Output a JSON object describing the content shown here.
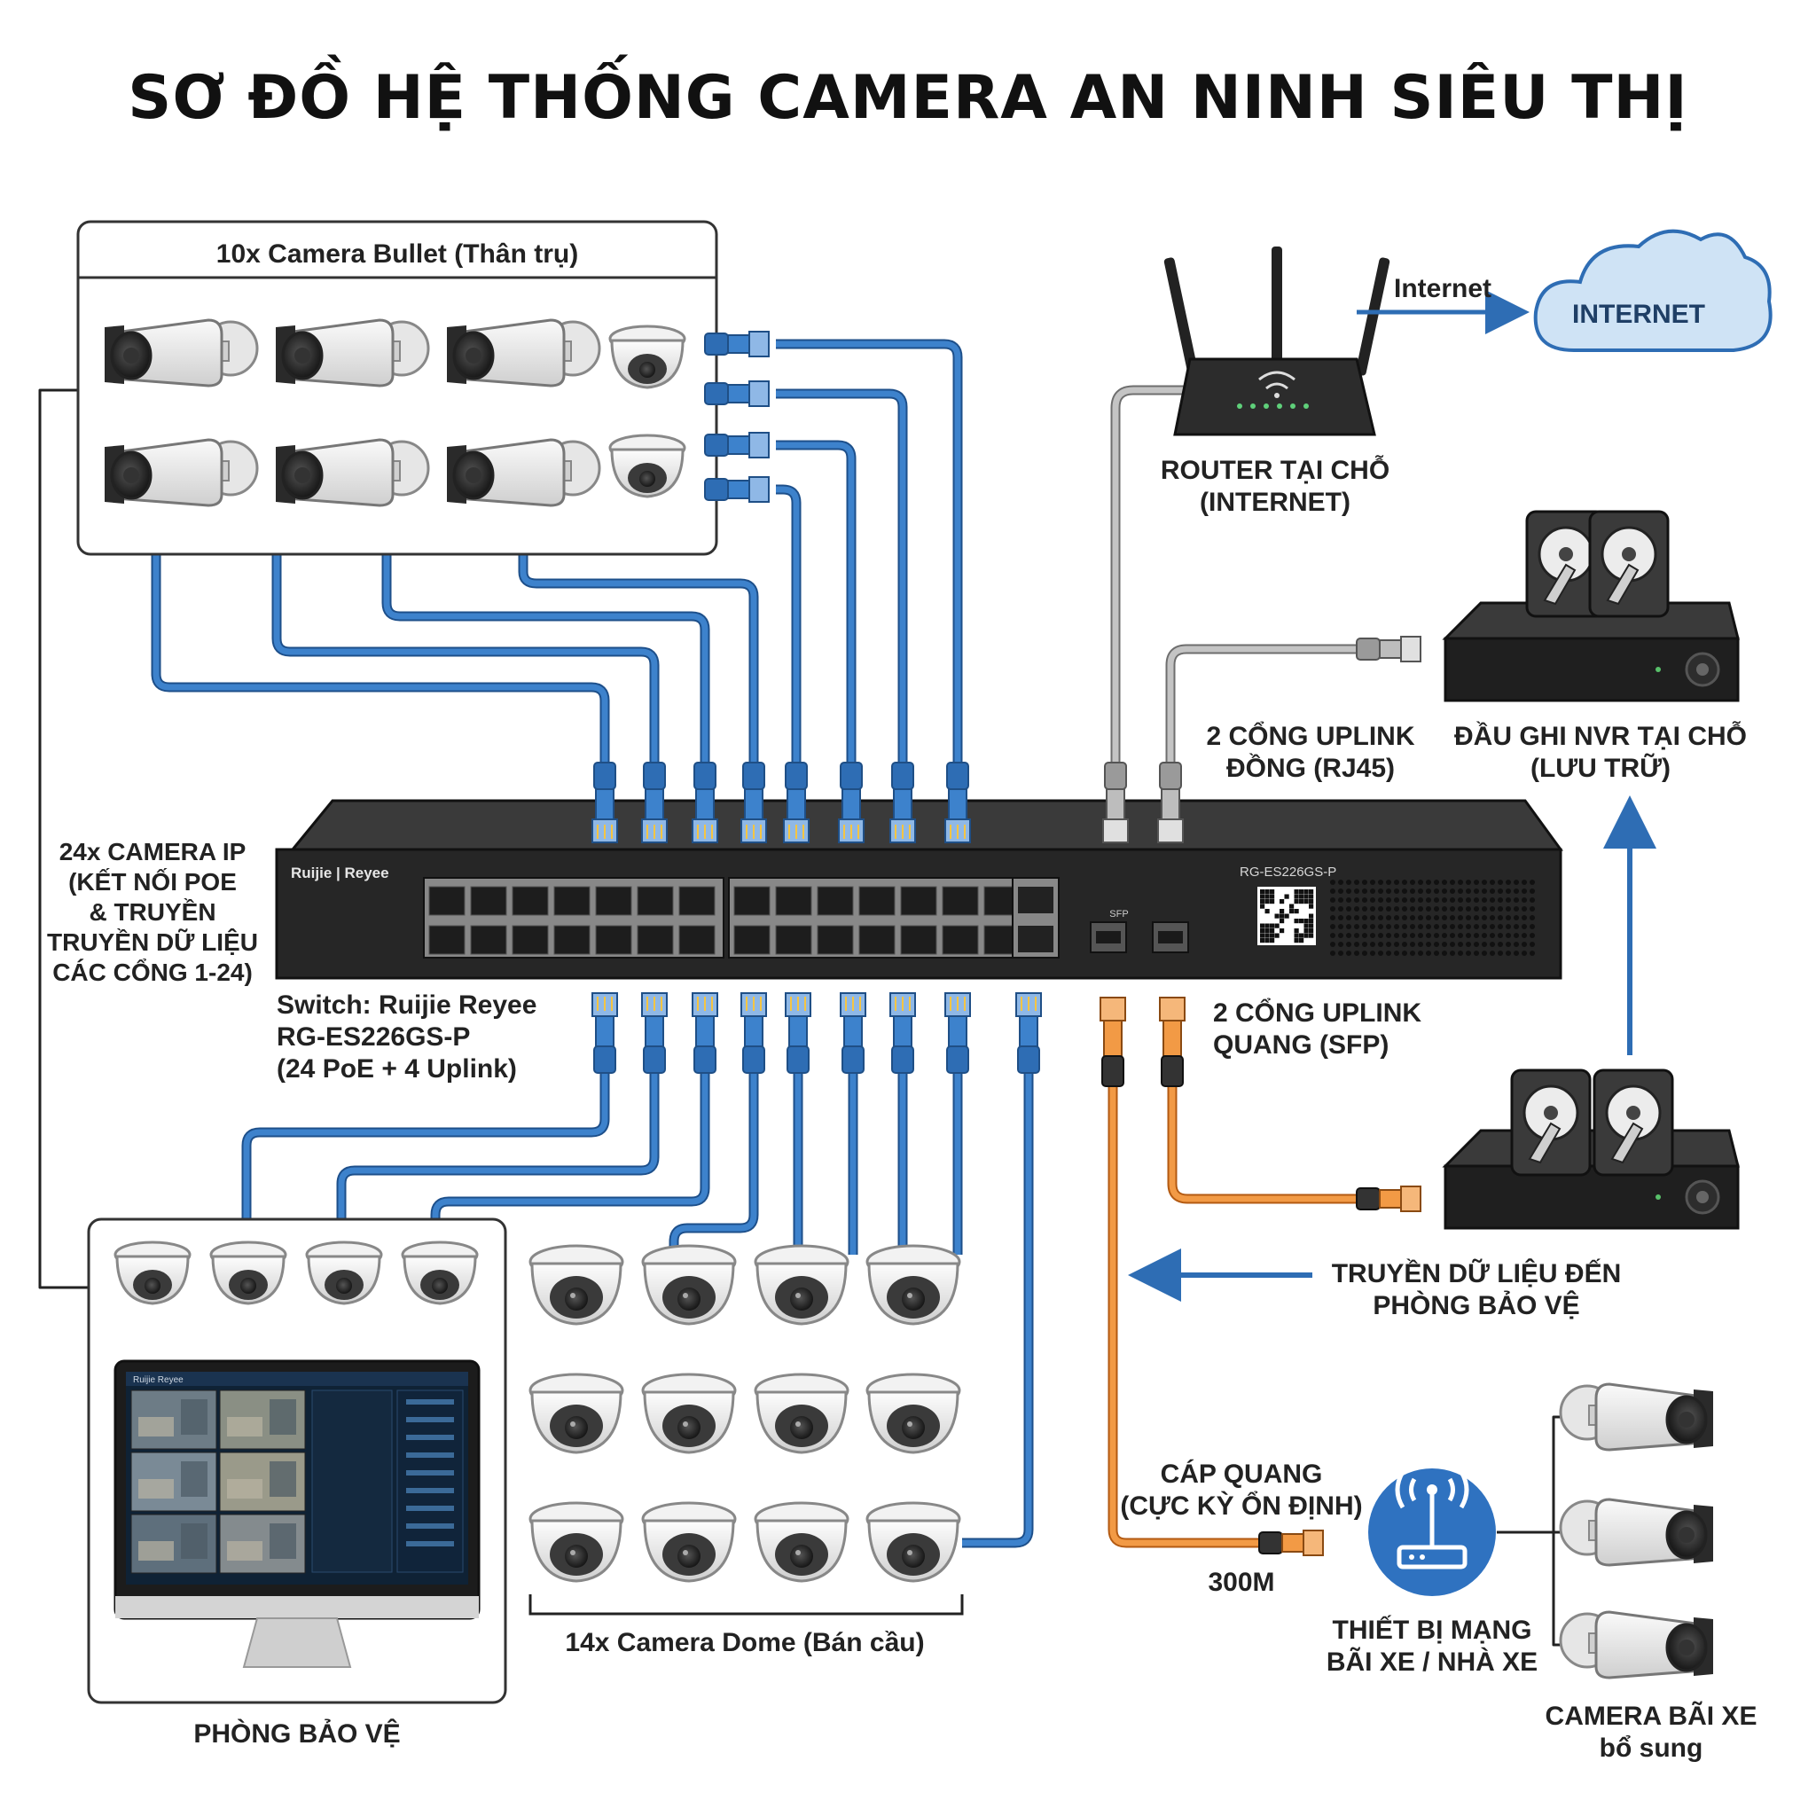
{
  "title": "SƠ ĐỒ HỆ THỐNG CAMERA AN NINH SIÊU THỊ",
  "bullet_group": {
    "label": "10x Camera Bullet (Thân trụ)"
  },
  "internet": {
    "link_label": "Internet",
    "cloud_label": "INTERNET"
  },
  "router": {
    "label_line1": "ROUTER TẠI CHỖ",
    "label_line2": "(INTERNET)"
  },
  "copper_uplink": {
    "label_line1": "2 CỔNG UPLINK",
    "label_line2": "ĐỒNG (RJ45)"
  },
  "nvr": {
    "label_line1": "ĐẦU GHI NVR TẠI CHỖ",
    "label_line2": "(LƯU TRỮ)"
  },
  "left_note": {
    "lines": [
      "24x CAMERA IP",
      "(KẾT NỐI POE",
      "& TRUYỀN",
      "TRUYỀN DỮ LIỆU",
      "CÁC CỔNG 1-24)"
    ]
  },
  "switch": {
    "brand": "Ruijie | Reyee",
    "model": "RG-ES226GS-P",
    "caption_line1": "Switch: Ruijie Reyee",
    "caption_line2": "RG-ES226GS-P",
    "caption_line3": "(24 PoE + 4 Uplink)",
    "sfp_label": "SFP"
  },
  "fiber_uplink": {
    "label_line1": "2 CỔNG UPLINK",
    "label_line2": "QUANG (SFP)"
  },
  "to_security": {
    "label_line1": "TRUYỀN DỮ LIỆU ĐẾN",
    "label_line2": "PHÒNG BẢO VỆ"
  },
  "fiber_cable": {
    "label_line1": "CÁP QUANG",
    "label_line2": "(CỰC KỲ ỔN ĐỊNH)",
    "distance": "300M"
  },
  "parking_device": {
    "label_line1": "THIẾT BỊ MẠNG",
    "label_line2": "BÃI XE / NHÀ XE"
  },
  "parking_cameras": {
    "label_line1": "CAMERA BÃI XE",
    "label_line2": "bổ sung"
  },
  "dome_group": {
    "label": "14x Camera Dome (Bán cầu)"
  },
  "security_room": {
    "label": "PHÒNG BẢO VỆ",
    "monitor_brand": "Ruijie Reyee"
  },
  "colors": {
    "blue_cable": "#2e6db4",
    "orange_cable": "#e8822c",
    "grey_cable": "#9a9a9a",
    "switch_body": "#262626",
    "cloud_fill": "#cfe3f5",
    "router_icon": "#2f72c0"
  },
  "icons": [
    "bullet-camera-icon",
    "dome-camera-icon",
    "rj45-connector-icon",
    "router-icon",
    "cloud-icon",
    "hdd-icon",
    "nvr-icon",
    "monitor-icon",
    "wifi-router-icon"
  ]
}
